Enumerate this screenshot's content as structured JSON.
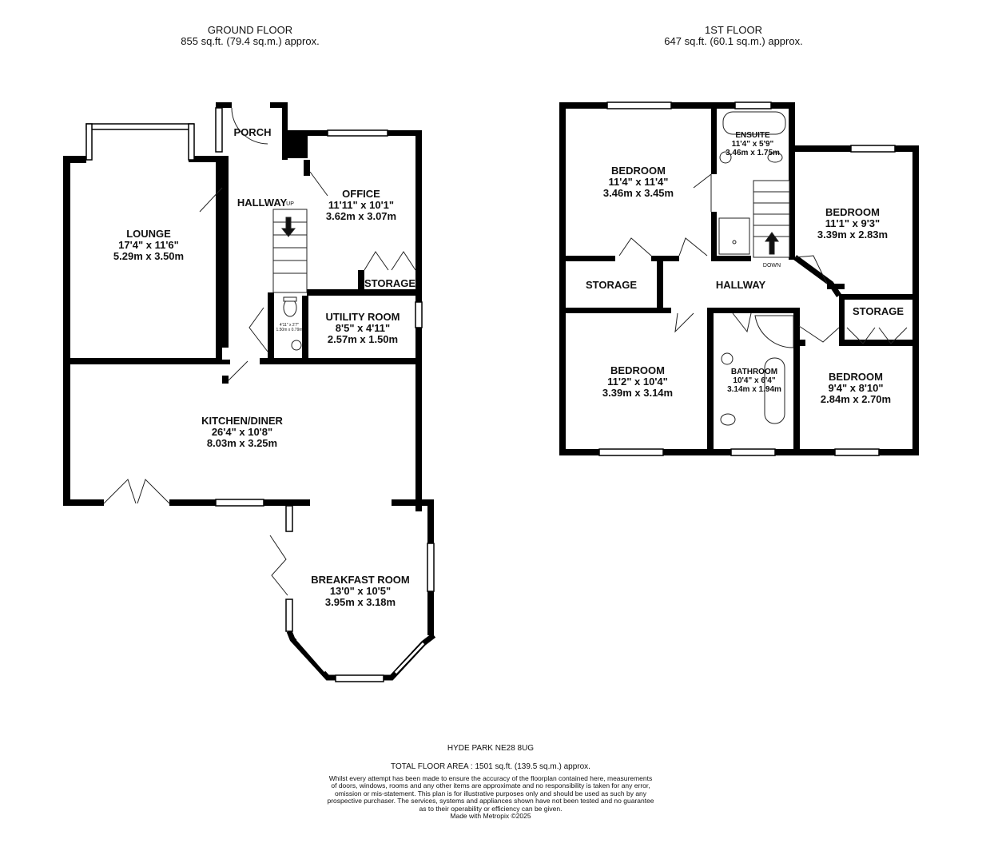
{
  "ground_floor": {
    "title": "GROUND FLOOR",
    "area": "855 sq.ft. (79.4 sq.m.) approx."
  },
  "first_floor": {
    "title": "1ST FLOOR",
    "area": "647 sq.ft. (60.1 sq.m.) approx."
  },
  "rooms": {
    "porch": {
      "name": "PORCH"
    },
    "hallway_gf": {
      "name": "HALLWAY",
      "stair_label": "UP"
    },
    "lounge": {
      "name": "LOUNGE",
      "imperial": "17'4\" x 11'6\"",
      "metric": "5.29m x 3.50m"
    },
    "office": {
      "name": "OFFICE",
      "imperial": "11'11\" x 10'1\"",
      "metric": "3.62m x 3.07m"
    },
    "storage_gf": {
      "name": "STORAGE"
    },
    "wc": {
      "imperial": "4'11\" x 2'7\"",
      "metric": "1.50m x 0.79m"
    },
    "utility": {
      "name": "UTILITY ROOM",
      "imperial": "8'5\" x 4'11\"",
      "metric": "2.57m x 1.50m"
    },
    "kitchen": {
      "name": "KITCHEN/DINER",
      "imperial": "26'4\" x 10'8\"",
      "metric": "8.03m x 3.25m"
    },
    "breakfast": {
      "name": "BREAKFAST ROOM",
      "imperial": "13'0\" x 10'5\"",
      "metric": "3.95m x 3.18m"
    },
    "bedroom1": {
      "name": "BEDROOM",
      "imperial": "11'4\" x 11'4\"",
      "metric": "3.46m x 3.45m"
    },
    "ensuite": {
      "name": "ENSUITE",
      "imperial": "11'4\" x 5'9\"",
      "metric": "3.46m x 1.75m"
    },
    "bedroom2": {
      "name": "BEDROOM",
      "imperial": "11'1\" x 9'3\"",
      "metric": "3.39m x 2.83m"
    },
    "storage_ff1": {
      "name": "STORAGE"
    },
    "hallway_ff": {
      "name": "HALLWAY",
      "stair_label": "DOWN"
    },
    "storage_ff2": {
      "name": "STORAGE"
    },
    "bedroom3": {
      "name": "BEDROOM",
      "imperial": "11'2\" x 10'4\"",
      "metric": "3.39m x 3.14m"
    },
    "bathroom": {
      "name": "BATHROOM",
      "imperial": "10'4\" x 6'4\"",
      "metric": "3.14m x 1.94m"
    },
    "bedroom4": {
      "name": "BEDROOM",
      "imperial": "9'4\" x 8'10\"",
      "metric": "2.84m x 2.70m"
    }
  },
  "footer": {
    "address": "HYDE PARK NE28 8UG",
    "total_area": "TOTAL FLOOR AREA : 1501 sq.ft. (139.5 sq.m.) approx.",
    "disclaimer": [
      "Whilst every attempt has been made to ensure the accuracy of the floorplan contained here, measurements",
      "of doors, windows, rooms and any other items are approximate and no responsibility is taken for any error,",
      "omission or mis-statement. This plan is for illustrative purposes only and should be used as such by any",
      "prospective purchaser. The services, systems and appliances shown have not been tested and no guarantee",
      "as to their operability or efficiency can be given."
    ],
    "credit": "Made with Metropix ©2025"
  }
}
